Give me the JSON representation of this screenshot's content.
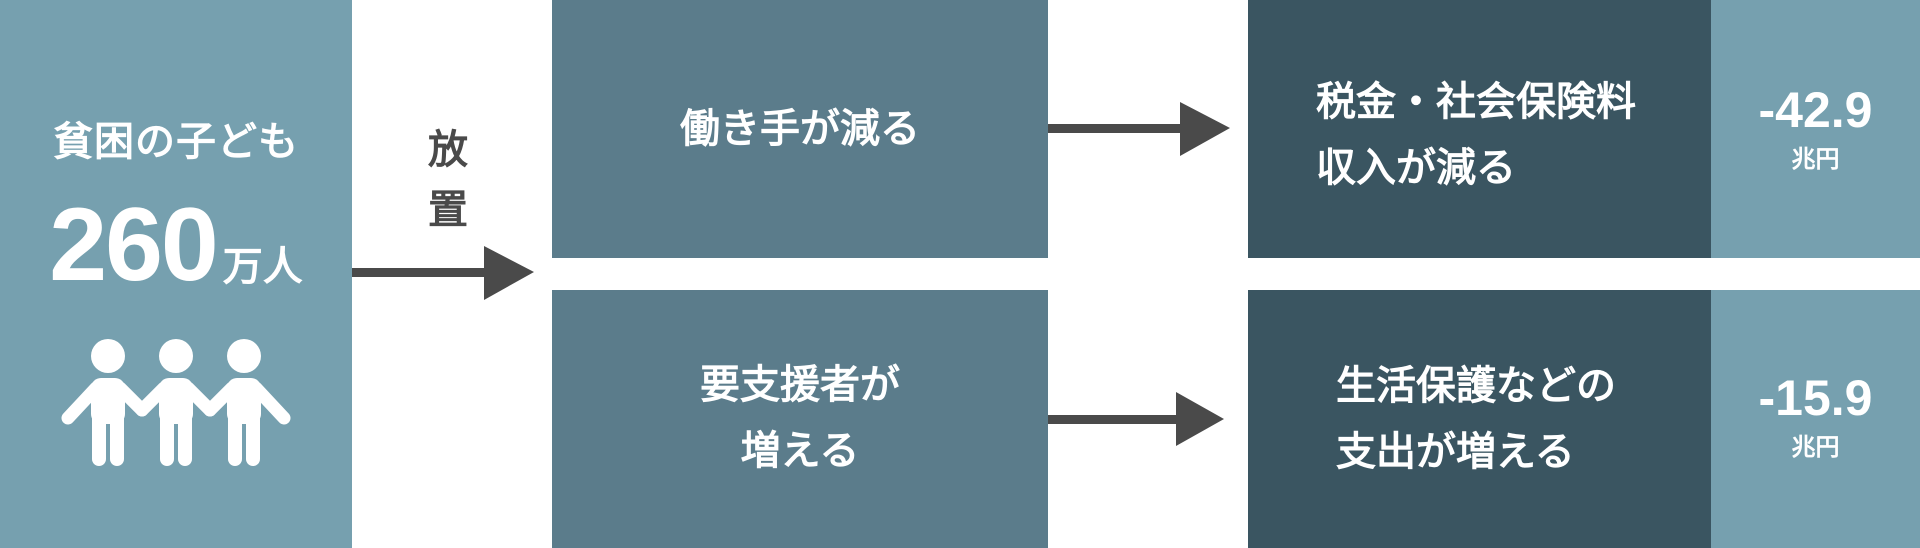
{
  "left": {
    "label": "貧困の子ども",
    "count": "260",
    "count_unit": "万人"
  },
  "neglect": {
    "line1": "放",
    "line2": "置"
  },
  "middle": {
    "top": {
      "line1": "働き手が減る"
    },
    "bottom": {
      "line1": "要支援者が",
      "line2": "増える"
    }
  },
  "right": {
    "top": {
      "line1": "税金・社会保険料",
      "line2": "収入が減る"
    },
    "bottom": {
      "line1": "生活保護などの",
      "line2": "支出が増える"
    }
  },
  "values": {
    "top": {
      "amount": "-42.9",
      "unit": "兆円"
    },
    "bottom": {
      "amount": "-15.9",
      "unit": "兆円"
    }
  },
  "colors": {
    "light": "#76a0af",
    "mid": "#5b7c8b",
    "dark": "#3a5561",
    "arrow": "#4a4a4a"
  },
  "icons": {
    "people": "three-children-holding-hands-icon",
    "arrow": "right-arrow-icon"
  }
}
